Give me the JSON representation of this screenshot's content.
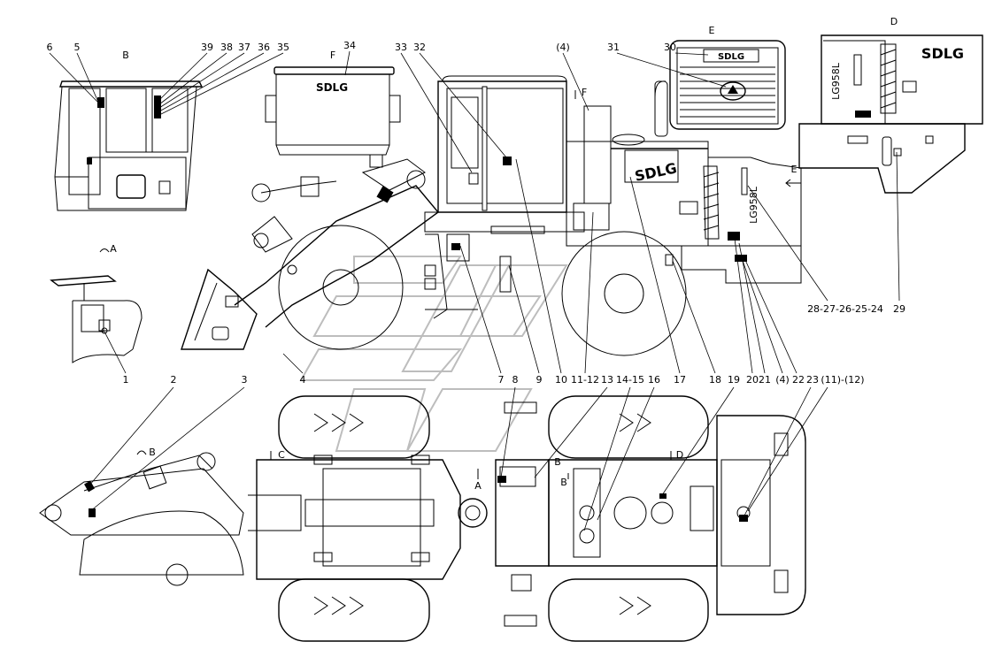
{
  "callouts_top_left": [
    "6",
    "5",
    "B",
    "39",
    "38",
    "37",
    "36",
    "35",
    "34",
    "F",
    "33",
    "32",
    "(4)",
    "31",
    "30",
    "E",
    "D"
  ],
  "callouts_bottom_row": [
    "1",
    "2",
    "3",
    "4",
    "7",
    "8",
    "9",
    "10",
    "11-12",
    "13",
    "14-15",
    "16",
    "17",
    "18",
    "19",
    "20",
    "21",
    "(4)",
    "22",
    "23",
    "(11)-(12)"
  ],
  "callouts_side": [
    "28-27-26-25-24",
    "29"
  ],
  "view_markers": {
    "view_a": "A",
    "view_b_arc": "B",
    "view_c": "C",
    "view_d": "D",
    "view_f": "F",
    "view_e_arrow": "E",
    "plan_a": "A",
    "plan_b": "B",
    "plan_b2": "B"
  },
  "brand_marks": [
    "SDLG",
    "SDLG",
    "SDLG"
  ],
  "model_marks": [
    "LG958L",
    "LG958L"
  ],
  "watermark": "SDLG"
}
